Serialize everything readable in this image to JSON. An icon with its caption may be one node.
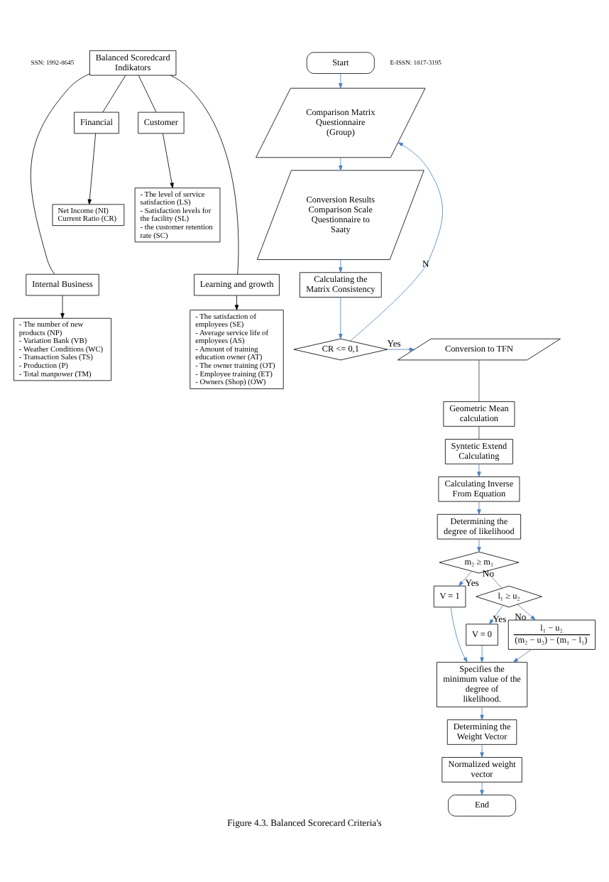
{
  "diagram": {
    "caption": "Figure 4.3. Balanced Scorecard Criteria's",
    "nodes": [
      {
        "text": [
          "Balanced Scoredcard Indikators"
        ]
      },
      {
        "text": [
          "Financial"
        ]
      },
      {
        "text": [
          "Customer"
        ]
      },
      {
        "text": [
          "Net Income (NI)",
          "Current Ratio (CR)"
        ]
      },
      {
        "text": [
          "- The level of service satisfaction (LS)",
          "- Satisfaction levels for the facility (SL)",
          "- the customer retention rate (SC)"
        ]
      },
      {
        "text": [
          "Internal Business"
        ]
      },
      {
        "text": [
          "Learning and growth"
        ]
      },
      {
        "text": [
          "- The number of new products (NP)",
          "- Variation Bank (VB)",
          "- Weather Conditions (WC)",
          "- Transaction Sales (TS)",
          "- Production (P)",
          "- Total manpower (TM)"
        ]
      },
      {
        "text": [
          "- The satisfaction of employees (SE)",
          "- Average service life of employees (AS)",
          "- Amount of training education owner (AT)",
          "- The owner training (OT)",
          "- Employee training (ET)",
          "- Owners (Shop) (OW)"
        ]
      },
      {
        "text": [
          "Start"
        ]
      },
      {
        "text": [
          "Comparison Matrix Questionnaire (Group)"
        ]
      },
      {
        "text": [
          "Conversion Results Comparison Scale Questionnaire to Saaty"
        ]
      },
      {
        "text": [
          "Calculating the Matrix Consistency"
        ]
      },
      {
        "text": [
          "CR <= 0,1"
        ]
      },
      {
        "text": [
          "Conversion to TFN"
        ]
      },
      {
        "text": [
          "Geometric Mean calculation"
        ]
      },
      {
        "text": [
          "Syntetic Extend Calculating"
        ]
      },
      {
        "text": [
          "Calculating Inverse From Equation"
        ]
      },
      {
        "text": [
          "Determining the degree of likelihood"
        ]
      },
      {
        "text": [
          "m₂ ≥ m₁"
        ]
      },
      {
        "text": [
          "V = 1"
        ]
      },
      {
        "text": [
          "l₁ ≥ u₂"
        ]
      },
      {
        "text": [
          "V = 0"
        ]
      },
      {
        "text": [
          "l₁ − u₂",
          "(m₂ − u₂) − (m₁ − l₁)"
        ]
      },
      {
        "text": [
          "Specifies the minimum value of the degree of likelihood."
        ]
      },
      {
        "text": [
          "Determining the Weight Vector"
        ]
      },
      {
        "text": [
          "Normalized weight vector"
        ]
      },
      {
        "text": [
          "End"
        ]
      }
    ],
    "edges": [
      {
        "from": 0,
        "to": 1,
        "arrow": "none",
        "color": "#000000"
      },
      {
        "from": 0,
        "to": 2,
        "arrow": "none",
        "color": "#000000"
      },
      {
        "from": 0,
        "to": 5,
        "arrow": "none",
        "color": "#000000"
      },
      {
        "from": 0,
        "to": 6,
        "arrow": "none",
        "color": "#000000"
      },
      {
        "from": 1,
        "to": 3,
        "arrow": "to",
        "color": "#000000"
      },
      {
        "from": 2,
        "to": 4,
        "arrow": "to",
        "color": "#000000"
      },
      {
        "from": 5,
        "to": 7,
        "arrow": "to",
        "color": "#000000"
      },
      {
        "from": 6,
        "to": 8,
        "arrow": "to",
        "color": "#000000"
      },
      {
        "from": 9,
        "to": 10,
        "arrow": "to"
      },
      {
        "from": 10,
        "to": 11,
        "arrow": "to"
      },
      {
        "from": 11,
        "to": 12,
        "arrow": "to"
      },
      {
        "from": 12,
        "to": 13,
        "arrow": "to"
      },
      {
        "from": 13,
        "to": 14,
        "arrow": "to",
        "label": "Yes"
      },
      {
        "from": 13,
        "to": 10,
        "arrow": "to",
        "label": "N"
      },
      {
        "from": 14,
        "to": 15,
        "arrow": "none",
        "color": "#404040"
      },
      {
        "from": 15,
        "to": 16,
        "arrow": "none",
        "color": "#404040"
      },
      {
        "from": 16,
        "to": 17,
        "arrow": "to"
      },
      {
        "from": 17,
        "to": 18,
        "arrow": "to"
      },
      {
        "from": 18,
        "to": 19,
        "arrow": "to"
      },
      {
        "from": 19,
        "to": 20,
        "arrow": "to",
        "label": "Yes"
      },
      {
        "from": 19,
        "to": 21,
        "arrow": "none",
        "label": "No"
      },
      {
        "from": 21,
        "to": 22,
        "arrow": "to",
        "label": "Yes"
      },
      {
        "from": 21,
        "to": 23,
        "arrow": "to",
        "label": "No"
      },
      {
        "from": 23,
        "to": 24,
        "arrow": "to"
      },
      {
        "from": 22,
        "to": 24,
        "arrow": "to"
      },
      {
        "from": 20,
        "to": 24,
        "arrow": "to"
      },
      {
        "from": 24,
        "to": 25,
        "arrow": "to"
      },
      {
        "from": 25,
        "to": 26,
        "arrow": "to"
      },
      {
        "from": 26,
        "to": 27,
        "arrow": "to"
      }
    ],
    "labels": [
      "SSN: 1992-8645",
      "E-ISSN: 1817-3195"
    ]
  }
}
